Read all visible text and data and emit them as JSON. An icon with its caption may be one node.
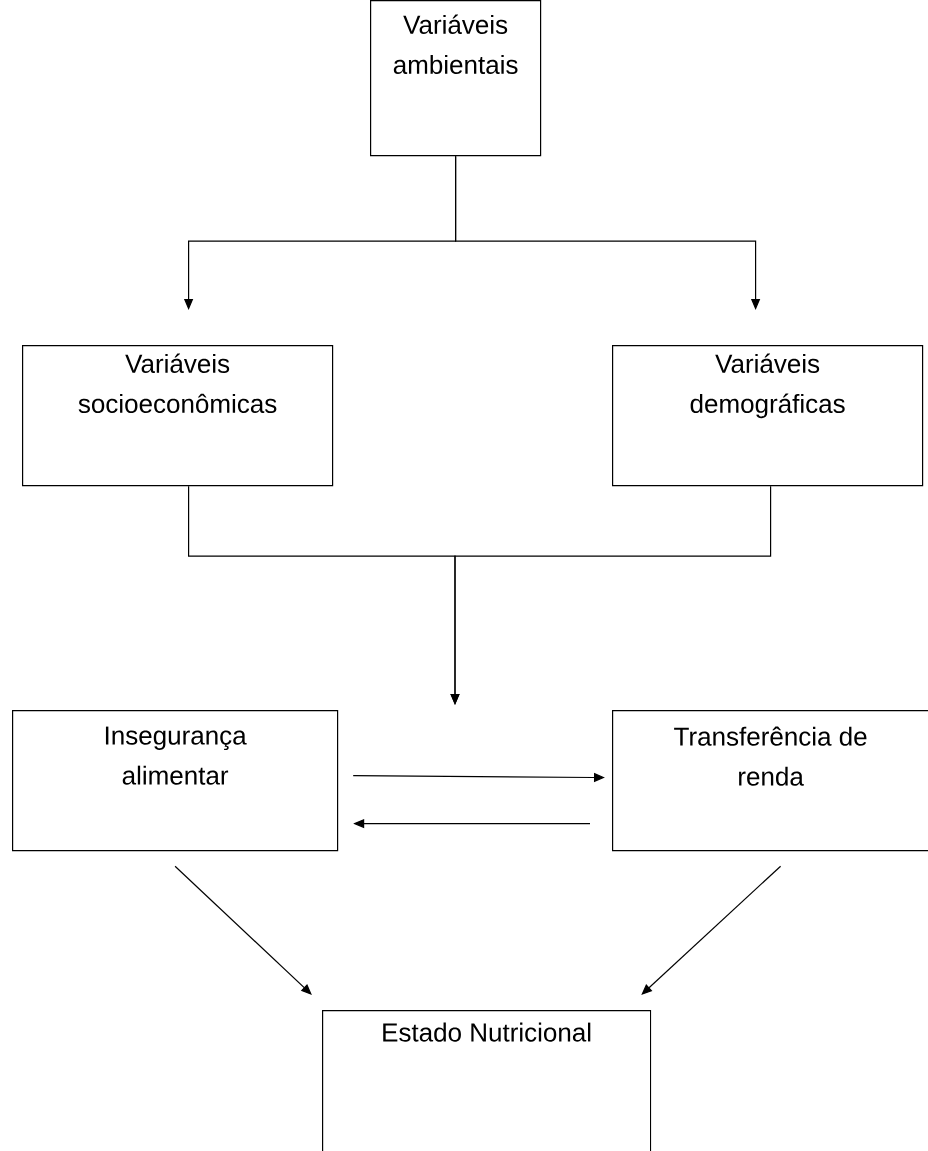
{
  "diagram": {
    "nodes": [
      {
        "text": [
          "Variáveis ambientais"
        ]
      },
      {
        "text": [
          "Variáveis socioeconômicas"
        ]
      },
      {
        "text": [
          "Variáveis demográficas"
        ]
      },
      {
        "text": [
          "Insegurança alimentar"
        ]
      },
      {
        "text": [
          "Transferência de renda"
        ]
      },
      {
        "text": [
          "Estado Nutricional"
        ]
      }
    ],
    "edges": [
      {
        "from": 0,
        "to": 1,
        "arrow": "to"
      },
      {
        "from": 0,
        "to": 2,
        "arrow": "to"
      },
      {
        "from": 1,
        "to": null,
        "arrow": "to"
      },
      {
        "from": 2,
        "to": null,
        "arrow": "to"
      },
      {
        "from": 3,
        "to": 4,
        "arrow": "to"
      },
      {
        "from": 4,
        "to": 3,
        "arrow": "to"
      },
      {
        "from": 3,
        "to": 5,
        "arrow": "to"
      },
      {
        "from": 4,
        "to": 5,
        "arrow": "to"
      }
    ]
  }
}
